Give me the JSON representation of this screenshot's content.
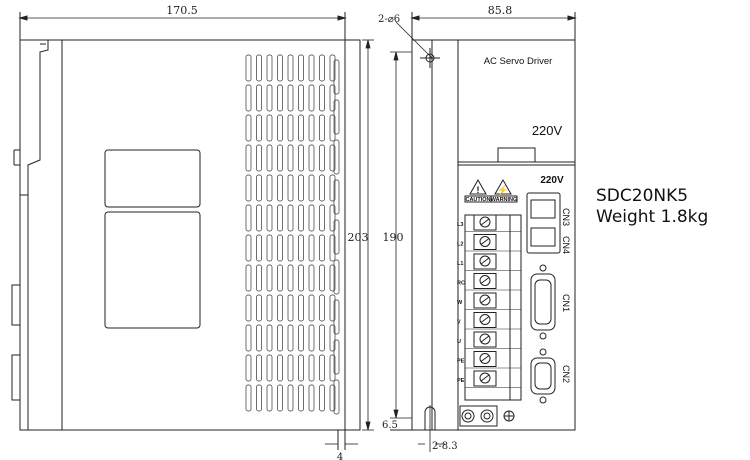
{
  "dimensions": {
    "side_width": "170.5",
    "front_width": "85.8",
    "holes": "2-⌀6",
    "height_outer": "203",
    "height_inner": "190",
    "bottom_offset": "6.5",
    "bottom_left": "4",
    "bottom_holes": "2-8.3"
  },
  "panel": {
    "title": "AC Servo Driver",
    "voltage_top": "220V",
    "voltage_mid": "220V",
    "warning_left": "CAUTION",
    "warning_right": "WARNING"
  },
  "terminals": [
    "L3",
    "L2",
    "L1",
    "RC",
    "W",
    "V",
    "U",
    "PE",
    "PE"
  ],
  "connectors": [
    "CN3",
    "CN4",
    "CN1",
    "CN2"
  ],
  "product": {
    "model": "SDC20NK5",
    "weight": "Weight 1.8kg"
  }
}
